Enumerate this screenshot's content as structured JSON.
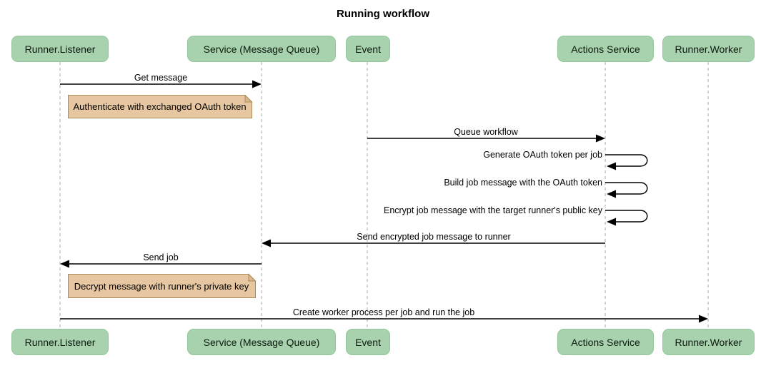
{
  "title": "Running workflow",
  "colors": {
    "participant_fill": "#a8d2ad",
    "participant_border": "#93c69b",
    "note_fill": "#e7c7a1",
    "note_fold_fill": "#d9b88d",
    "note_border": "#aa8a5a",
    "line_color": "#000000",
    "lifeline_color": "#ababab",
    "background": "#ffffff"
  },
  "participants": [
    {
      "label": "Runner.Listener"
    },
    {
      "label": "Service (Message Queue)"
    },
    {
      "label": "Event"
    },
    {
      "label": "Actions Service"
    },
    {
      "label": "Runner.Worker"
    }
  ],
  "messages": [
    {
      "label": "Get message",
      "from": "Runner.Listener",
      "to": "Service (Message Queue)",
      "type": "solid-arrow"
    },
    {
      "label": "Queue workflow",
      "from": "Event",
      "to": "Actions Service",
      "type": "solid-arrow"
    },
    {
      "label": "Generate OAuth token per job",
      "from": "Actions Service",
      "to": "Actions Service",
      "type": "self-loop"
    },
    {
      "label": "Build job message with the OAuth token",
      "from": "Actions Service",
      "to": "Actions Service",
      "type": "self-loop"
    },
    {
      "label": "Encrypt job message with the target runner's public key",
      "from": "Actions Service",
      "to": "Actions Service",
      "type": "self-loop"
    },
    {
      "label": "Send encrypted job message to runner",
      "from": "Actions Service",
      "to": "Service (Message Queue)",
      "type": "solid-arrow"
    },
    {
      "label": "Send job",
      "from": "Service (Message Queue)",
      "to": "Runner.Listener",
      "type": "solid-arrow"
    },
    {
      "label": "Create worker process per job and run the job",
      "from": "Runner.Listener",
      "to": "Runner.Worker",
      "type": "solid-arrow"
    }
  ],
  "notes": [
    {
      "text": "Authenticate with exchanged OAuth token",
      "over": "Runner.Listener"
    },
    {
      "text": "Decrypt message with runner's private key",
      "over": "Runner.Listener"
    }
  ]
}
